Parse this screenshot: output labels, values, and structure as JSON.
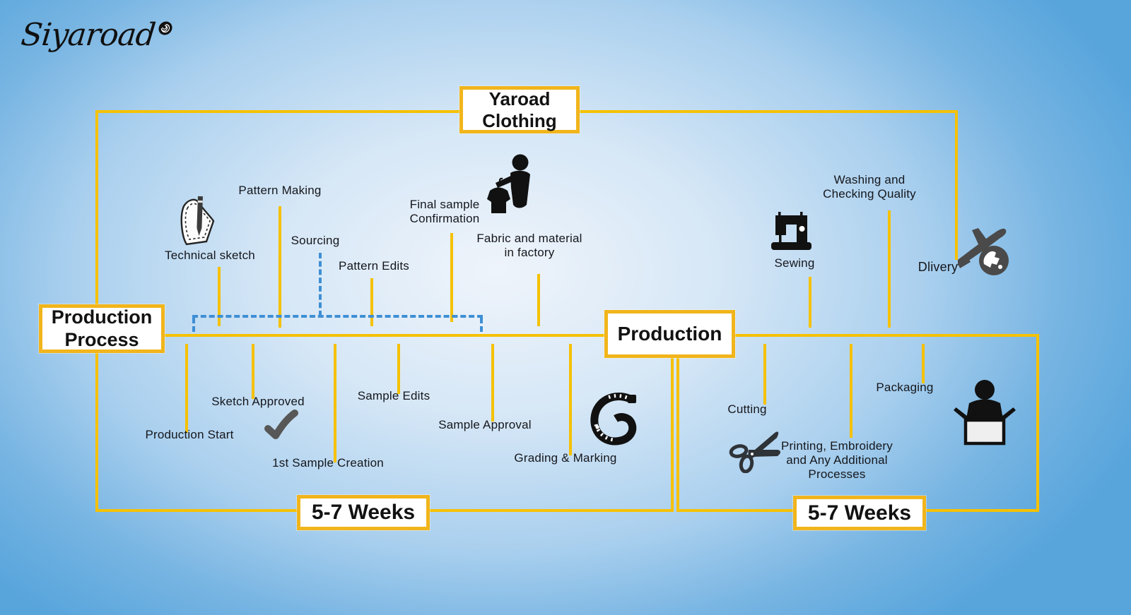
{
  "logo": {
    "text": "Siyaroad",
    "icon": "rose-icon"
  },
  "colors": {
    "accent_yellow": "#F5C103",
    "box_border_yellow": "#F1B51C",
    "dashed_blue": "#3E8FD4",
    "icon_black": "#1A1A1A",
    "icon_gray": "#4A4A4A",
    "text_color": "#15171C",
    "box_bg": "#FFFFFF",
    "bg_center": "#EFF4FB",
    "bg_edge": "#58A5DC"
  },
  "boxes": {
    "yaroad": "Yaroad\nClothing",
    "production_process": "Production\nProcess",
    "production": "Production",
    "weeks_left": "5-7 Weeks",
    "weeks_right": "5-7 Weeks"
  },
  "top_labels": {
    "pattern_making": "Pattern Making",
    "technical_sketch": "Technical sketch",
    "sourcing": "Sourcing",
    "pattern_edits": "Pattern Edits",
    "final_sample": "Final sample\nConfirmation",
    "fabric_material": "Fabric and material\nin factory",
    "washing": "Washing and\nChecking Quality",
    "sewing": "Sewing",
    "delivery": "Dlivery"
  },
  "bottom_labels": {
    "production_start": "Production Start",
    "sketch_approved": "Sketch Approved",
    "first_sample": "1st Sample Creation",
    "sample_edits": "Sample Edits",
    "sample_approval": "Sample Approval",
    "grading_marking": "Grading & Marking",
    "cutting": "Cutting",
    "printing": "Printing, Embroidery\nand Any Additional\nProcesses",
    "packaging": "Packaging"
  },
  "icons": [
    "rose-icon",
    "technical-sketch-icon",
    "person-hanger-icon",
    "sewing-machine-icon",
    "airplane-globe-icon",
    "checkmark-icon",
    "tape-measure-icon",
    "scissors-icon",
    "packing-person-icon"
  ]
}
